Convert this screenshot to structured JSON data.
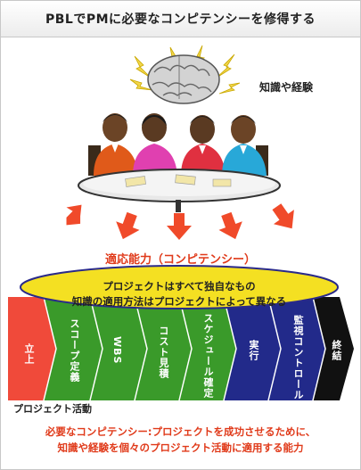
{
  "title": "PBLでPMに必要なコンピテンシーを修得する",
  "knowledge_label": "知識や経験",
  "competency_label": "適応能力（コンピテンシー）",
  "ellipse_lines": [
    "プロジェクトはすべて独自なもの",
    "知識の適用方法はプロジェクトによって異なる"
  ],
  "phases": [
    {
      "label": "立上",
      "color": "#f04a3a"
    },
    {
      "label": "スコープ定義",
      "color": "#3a9a2a"
    },
    {
      "label": "WBS",
      "color": "#3a9a2a"
    },
    {
      "label": "コスト見積",
      "color": "#3a9a2a"
    },
    {
      "label": "スケジュール確定",
      "color": "#3a9a2a"
    },
    {
      "label": "実行",
      "color": "#222a8a"
    },
    {
      "label": "監視コントロール",
      "color": "#222a8a"
    },
    {
      "label": "終結",
      "color": "#111111"
    }
  ],
  "activity_label": "プロジェクト活動",
  "footer_lines": [
    "必要なコンピテンシー:プロジェクトを成功させるために、",
    "知識や経験を個々のプロジェクト活動に適用する能力"
  ],
  "icons": [
    "brain-icon",
    "lightning-icon",
    "people-icon",
    "arrow-down-icon"
  ]
}
